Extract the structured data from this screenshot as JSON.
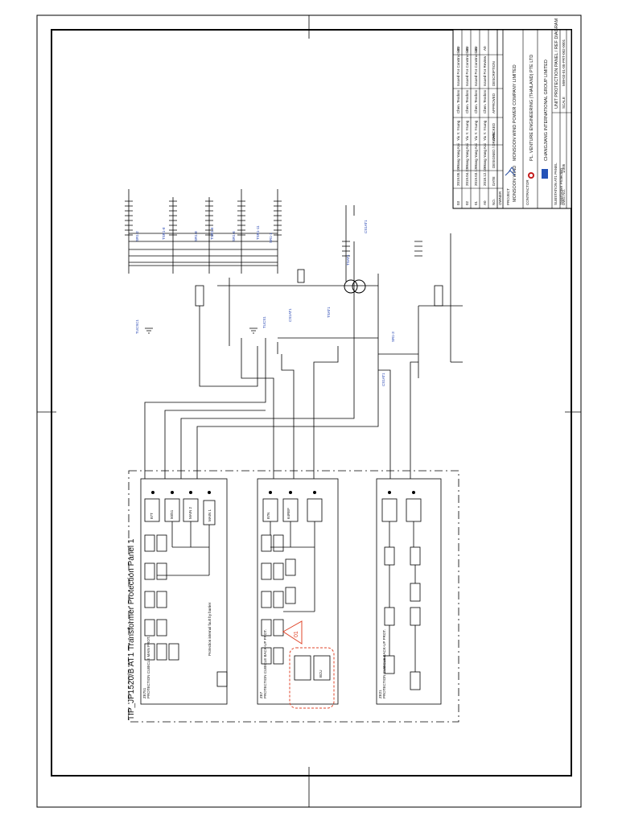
{
  "drawing": {
    "panel_title": "TIP_JP1520/B AT1 Transformer Protection Panel 1",
    "cubicles": [
      {
        "name": "ZE751",
        "subtitle": "PROTECTION CUBICLE MAIN PROT."
      },
      {
        "name": "ZE7",
        "subtitle": "PROTECTION CUBICLE BACK-UP PROT."
      },
      {
        "name": "ZE21",
        "subtitle": "PROTECTION CUBICLE BACK-UP PROT."
      }
    ],
    "note_internal": "Protection internal fault by barrier",
    "revision_marker": "01",
    "bus_labels": [
      "SR1-2",
      "TSR1-8",
      "SR1-8",
      "TSR1-6",
      "SR1-6",
      "TSR1-11",
      "SR1-1"
    ],
    "equipment_labels": [
      "TSAT1",
      "TSAT1",
      "CS1AT1",
      "CS1AT1",
      "TUCSC1",
      "TUCS1",
      "SR1-3",
      "CS1AT1"
    ],
    "relay_labels": [
      "87T",
      "50/51",
      "MAIN 2",
      "MAIN 1",
      "87N",
      "64REF",
      "BCU"
    ]
  },
  "title_block": {
    "revisions": [
      {
        "no": "03",
        "date": "2019.05.10",
        "drawn": "Wang Yang Kai",
        "checked": "Yiu Y. Ysung",
        "approved": "Chen. Teodoro",
        "desc": "Issued For Construction",
        "mark": "B0"
      },
      {
        "no": "02",
        "date": "2019.04.23",
        "drawn": "Wang Yang Kai",
        "checked": "Yiu Y. Ysung",
        "approved": "Chen. Teodoro",
        "desc": "Issued For Construction",
        "mark": "B0"
      },
      {
        "no": "01",
        "date": "2019.03.12",
        "drawn": "Wang Yang Kai",
        "checked": "Yiu Y. Ysung",
        "approved": "Chen. Teodoro",
        "desc": "Issued For Construction",
        "mark": "B0"
      },
      {
        "no": "A0",
        "date": "2018.12.10",
        "drawn": "Wang Yang Kai",
        "checked": "Yiu Y. Ysung",
        "approved": "Chen. Teodoro",
        "desc": "Issued For Review",
        "mark": "A0"
      }
    ],
    "header_row": [
      "NO.",
      "DATE",
      "DESIGNED / DRAWN",
      "CHECKED",
      "APPROVED",
      "DESCRIPTION"
    ],
    "owner_label": "OWNER",
    "owner": "MONSOON WIND POWER COMPANY LIMITED",
    "project_label": "PROJECT",
    "project": "MONSOON WIND",
    "contractor_label": "CONTRACTOR",
    "contractor_1": "PL. VENTURE ENGINEERING (THAILAND) PTE LTD",
    "contractor_2": "CHANGJIANG INTERNATIONAL GROUP LIMITED",
    "drawing_title_1": "SUBSTATION AT1 PANEL",
    "drawing_title_2": "Transformer Protection",
    "drawing_desc": "UNIT PROTECTION PANEL / REF DIAGRAM",
    "doc_no": "MW-03-01-05-PRT-002-0001",
    "scale_label": "SCALE",
    "scale": "1:1",
    "sheet": "1/305",
    "dwg_label": "DWG NO."
  }
}
